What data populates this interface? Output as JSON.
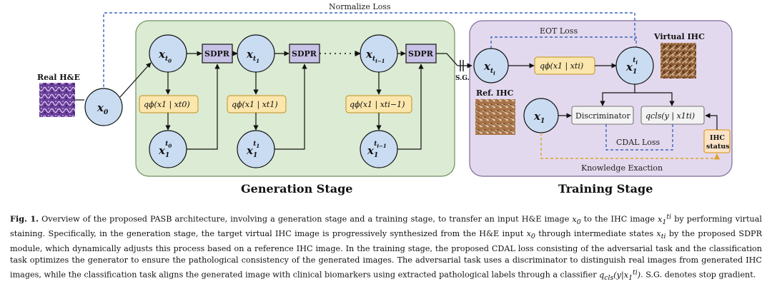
{
  "labels": {
    "normalize_loss": "Normalize Loss",
    "eot_loss": "EOT Loss",
    "real_he": "Real H&E",
    "virtual_ihc": "Virtual IHC",
    "ref_ihc": "Ref. IHC",
    "sg": "S.G.",
    "sdpr": "SDPR",
    "discriminator": "Discriminator",
    "ihc_status_1": "IHC",
    "ihc_status_2": "status",
    "cdal_loss": "CDAL Loss",
    "knowledge_exaction": "Knowledge Exaction",
    "generation_stage": "Generation Stage",
    "training_stage": "Training Stage"
  },
  "nodes": {
    "x0": {
      "main": "x",
      "sub": "0"
    },
    "xt0": {
      "main": "x",
      "sub": "t",
      "subsub": "0"
    },
    "xt1": {
      "main": "x",
      "sub": "t",
      "subsub": "1"
    },
    "xti1": {
      "main": "x",
      "sub": "t",
      "subsub": "i−1"
    },
    "xti": {
      "main": "x",
      "sub": "t",
      "subsub": "i"
    },
    "x1_t0": {
      "main": "x",
      "sub": "1",
      "sup": "t",
      "supsub": "0"
    },
    "x1_t1": {
      "main": "x",
      "sub": "1",
      "sup": "t",
      "supsub": "1"
    },
    "x1_ti1": {
      "main": "x",
      "sub": "1",
      "sup": "t",
      "supsub": "i−1"
    },
    "x1_ti": {
      "main": "x",
      "sub": "1",
      "sup": "t",
      "supsub": "i"
    },
    "x1": {
      "main": "x",
      "sub": "1"
    }
  },
  "formulas": {
    "q_t0": "qϕ(x1 | xt0)",
    "q_t1": "qϕ(x1 | xt1)",
    "q_ti1": "qϕ(x1 | xti−1)",
    "q_ti": "qϕ(x1 | xti)",
    "q_cls": "qcls(y | x1ti)"
  },
  "colors": {
    "generation_bg": "#dcebd3",
    "training_bg": "#e3d9ee",
    "node_fill": "#c9dcf2",
    "sdpr_fill": "#c8c3e6",
    "q_fill": "#fbe6ad",
    "ihc_fill": "#fbe3c8",
    "normalize_line": "#3a66b8",
    "knowledge_line": "#e0a22c"
  },
  "caption": {
    "fig_label": "Fig. 1.",
    "seg1": " Overview of the proposed PASB architecture, involving a generation stage and a training stage, to transfer an input H&E image ",
    "seg2": " to the IHC image ",
    "seg3": " by performing virtual staining. Specifically, in the generation stage,  the target virtual IHC image is progressively synthesized from the H&E input ",
    "seg4": " through intermediate states ",
    "seg5": " by the proposed SDPR module, which dynamically adjusts this process based on a reference IHC image. In the training stage, the proposed CDAL loss consisting of the adversarial task and the classification task optimizes the generator to ensure the pathological consistency of the generated images. The adversarial task uses a discriminator to distinguish real images from generated IHC images, while the classification task aligns the generated image with clinical biomarkers using extracted pathological labels through a classifier ",
    "seg6": ". S.G. denotes stop gradient.",
    "math_x0": "x",
    "math_x0_sub": "0",
    "math_x1": "x",
    "math_x1_sub": "1",
    "math_x1_sup": "ti",
    "math_xti": "x",
    "math_xti_sub": "ti",
    "math_qcls": "q",
    "math_qcls_sub": "cls",
    "math_qcls_arg": "(y|x",
    "math_qcls_arg_sub": "1",
    "math_qcls_arg_sup": "ti",
    "math_qcls_close": ")"
  }
}
